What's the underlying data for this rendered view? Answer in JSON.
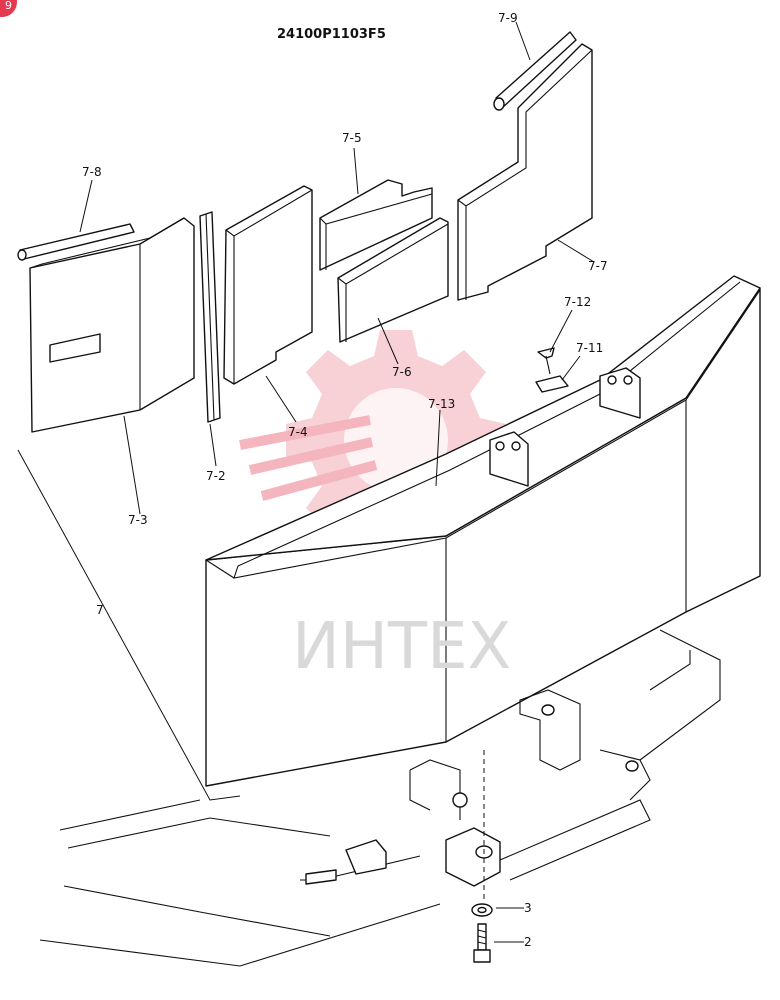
{
  "drawing": {
    "code": "24100P1103F5",
    "corner_badge": "9",
    "watermark_text": "ИНТЕХ",
    "accent_color": "#e53950",
    "watermark_gear_color": "#f7c9cf",
    "callouts": {
      "c7_9": "7-9",
      "c7_5": "7-5",
      "c7_8": "7-8",
      "c7_7": "7-7",
      "c7_12": "7-12",
      "c7_11": "7-11",
      "c7_6": "7-6",
      "c7_13": "7-13",
      "c7_4": "7-4",
      "c7_2": "7-2",
      "c7_3": "7-3",
      "c7": "7",
      "c3": "3",
      "c2": "2"
    }
  }
}
